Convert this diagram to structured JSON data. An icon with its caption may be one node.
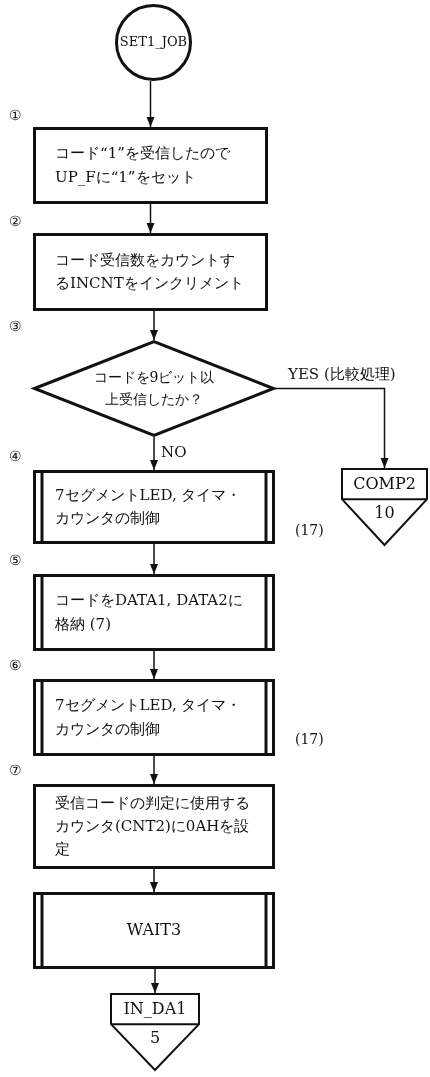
{
  "diagram": {
    "nodes": [
      {
        "text": [
          "SET1_JOB"
        ]
      },
      {
        "text": [
          "コード“1”を受信したのでUP_Fに“1”をセット"
        ],
        "beside": [
          "①"
        ]
      },
      {
        "text": [
          "コード受信数をカウントするINCNTをインクリメント"
        ],
        "beside": [
          "②"
        ]
      },
      {
        "text": [
          "コードを9ビット以上受信したか？"
        ],
        "beside": [
          "③"
        ]
      },
      {
        "text": [
          "7セグメントLED, タイマ・カウンタの制御"
        ],
        "beside": [
          "④",
          "(17)"
        ]
      },
      {
        "text": [
          "COMP2",
          "10"
        ]
      },
      {
        "text": [
          "コードをDATA1, DATA2に格納 (7)"
        ],
        "beside": [
          "⑤"
        ]
      },
      {
        "text": [
          "7セグメントLED, タイマ・カウンタの制御"
        ],
        "beside": [
          "⑥",
          "(17)"
        ]
      },
      {
        "text": [
          "受信コードの判定に使用するカウンタ(CNT2)に0AHを設定"
        ],
        "beside": [
          "⑦"
        ]
      },
      {
        "text": [
          "WAIT3"
        ]
      },
      {
        "text": [
          "IN_DA1",
          "5"
        ]
      }
    ],
    "edges": [
      {
        "from": 0,
        "to": 1,
        "arrow": "to"
      },
      {
        "from": 1,
        "to": 2,
        "arrow": "to"
      },
      {
        "from": 2,
        "to": 3,
        "arrow": "to"
      },
      {
        "from": 3,
        "to": 4,
        "arrow": "to",
        "label": "NO"
      },
      {
        "from": 3,
        "to": 5,
        "arrow": "to",
        "label": "YES (比較処理)"
      },
      {
        "from": 4,
        "to": 6,
        "arrow": "to"
      },
      {
        "from": 6,
        "to": 7,
        "arrow": "to"
      },
      {
        "from": 7,
        "to": 8,
        "arrow": "to"
      },
      {
        "from": 8,
        "to": 9,
        "arrow": "to"
      },
      {
        "from": 9,
        "to": 10,
        "arrow": "to"
      }
    ]
  }
}
